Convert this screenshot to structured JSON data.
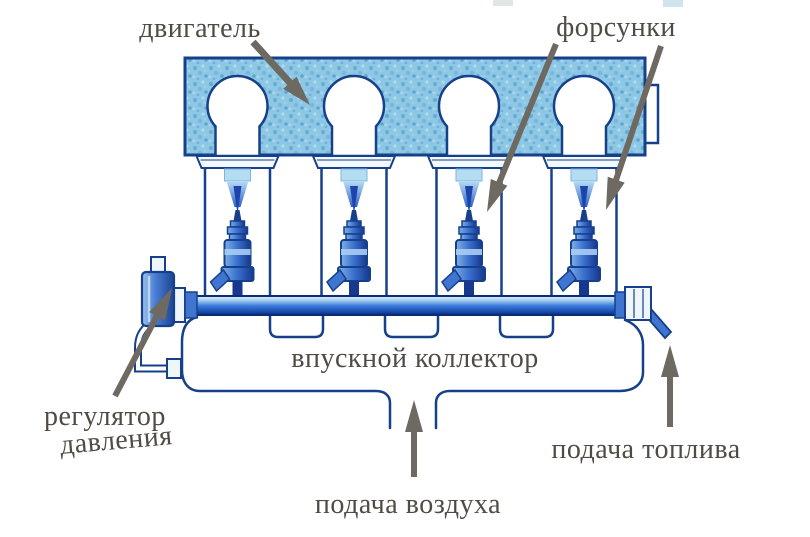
{
  "labels": {
    "engine": "двигатель",
    "injectors": "форсунки",
    "intake_manifold": "впускной коллектор",
    "pressure_regulator_line1": "регулятор",
    "pressure_regulator_line2": "давления",
    "fuel_supply": "подача топлива",
    "air_supply": "подача воздуха"
  },
  "components": {
    "engine_block": 1,
    "cylinders": 4,
    "fuel_injectors": 4,
    "fuel_rail": 1,
    "pressure_regulator": 1,
    "intake_manifold": 1,
    "air_intake_opening": 1,
    "fuel_inlet_fitting": 1
  },
  "annotations": [
    {
      "label": "двигатель",
      "points_to": "engine-block"
    },
    {
      "label": "форсунки",
      "points_to": "injector-3"
    },
    {
      "label": "форсунки",
      "points_to": "injector-4"
    },
    {
      "label": "регулятор давления",
      "points_to": "pressure-regulator"
    },
    {
      "label": "подача топлива",
      "points_to": "fuel-inlet-fitting"
    },
    {
      "label": "подача воздуха",
      "points_to": "air-intake-opening"
    }
  ],
  "colors": {
    "outline_navy": "#16408a",
    "block_fill": "#8dc7e4",
    "rail_blue": "#1c50b4",
    "spray_blue": "#2a62c8",
    "arrow_gray": "#6e6a62",
    "label_text": "#504b44",
    "background": "#ffffff"
  }
}
